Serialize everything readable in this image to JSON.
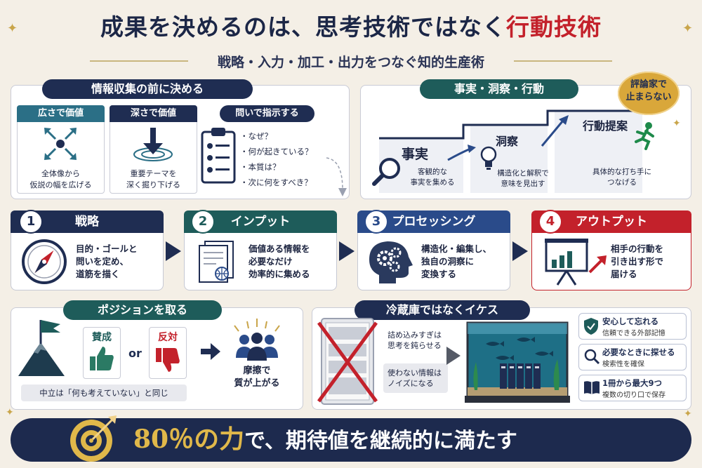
{
  "header": {
    "title_main": "成果を決めるのは、思考技術ではなく",
    "title_red": "行動技術",
    "subtitle": "戦略・入力・加工・出力をつなぐ知的生産術"
  },
  "info_panel": {
    "header": "情報収集の前に決める",
    "cards": [
      {
        "label": "広さで価値",
        "text_1": "全体像から",
        "text_2": "仮説の幅を広げる",
        "icon": "expand-arrows-icon"
      },
      {
        "label": "深さで価値",
        "text_1": "重要テーマを",
        "text_2": "深く掘り下げる",
        "icon": "drill-down-icon"
      }
    ],
    "questions": {
      "label": "問いで指示する",
      "items": [
        "・なぜ？",
        "・何が起きている？",
        "・本質は？",
        "・次に何をすべき？"
      ],
      "icon": "clipboard-icon"
    }
  },
  "fact_panel": {
    "header": "事実・洞察・行動",
    "badge_1": "評論家で",
    "badge_2": "止まらない",
    "steps": [
      {
        "title": "事実",
        "text_1": "客観的な",
        "text_2": "事実を集める",
        "icon": "magnifier-icon"
      },
      {
        "title": "洞察",
        "text_1": "構造化と解釈で",
        "text_2": "意味を見出す",
        "icon": "lightbulb-icon"
      },
      {
        "title": "行動提案",
        "text_1": "具体的な打ち手に",
        "text_2": "つなげる",
        "icon": "runner-icon"
      }
    ]
  },
  "process": [
    {
      "num": "1",
      "title": "戦略",
      "color": "#1f2d52",
      "lines": [
        "目的・ゴールと",
        "問いを定め、",
        "道筋を描く"
      ],
      "icon": "compass-icon"
    },
    {
      "num": "2",
      "title": "インプット",
      "color": "#1e5c5a",
      "lines": [
        "価値ある情報を",
        "必要なだけ",
        "効率的に集める"
      ],
      "icon": "documents-icon"
    },
    {
      "num": "3",
      "title": "プロセッシング",
      "color": "#2a4b8a",
      "lines": [
        "構造化・編集し、",
        "独自の洞察に",
        "変換する"
      ],
      "icon": "brain-gears-icon"
    },
    {
      "num": "4",
      "title": "アウトプット",
      "color": "#c3212b",
      "lines": [
        "相手の行動を",
        "引き出す形で",
        "届ける"
      ],
      "icon": "presentation-chart-icon"
    }
  ],
  "position_panel": {
    "header": "ポジションを取る",
    "agree": "賛成",
    "or": "or",
    "oppose": "反対",
    "friction_1": "摩擦で",
    "friction_2": "質が上がる",
    "neutral": "中立は「何も考えていない」と同じ"
  },
  "storage_panel": {
    "header": "冷蔵庫ではなくイケス",
    "note_1a": "詰め込みすぎは",
    "note_1b": "思考を鈍らせる",
    "note_2a": "使わない情報は",
    "note_2b": "ノイズになる",
    "features": [
      {
        "title": "安心して忘れる",
        "sub": "信頼できる外部記憶",
        "icon": "shield-icon"
      },
      {
        "title": "必要なときに探せる",
        "sub": "検索性を確保",
        "icon": "search-icon"
      },
      {
        "title": "1冊から最大9つ",
        "sub": "複数の切り口で保存",
        "icon": "book-icon"
      }
    ]
  },
  "banner": {
    "lead": "80％の力",
    "rest": "で、期待値を継続的に満たす",
    "icon": "target-icon"
  },
  "colors": {
    "navy": "#1f2d52",
    "teal": "#1e5c5a",
    "blue": "#2a4b8a",
    "red": "#c3212b",
    "gold": "#c9a54a"
  }
}
